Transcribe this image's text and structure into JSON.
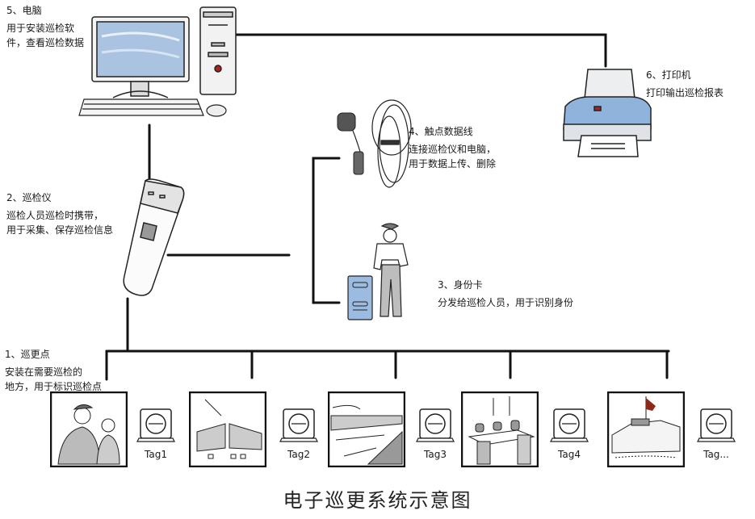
{
  "title": "电子巡更系统示意图",
  "components": {
    "computer": {
      "heading": "5、电脑",
      "desc_lines": [
        "用于安装巡检软",
        "件，查看巡检数据"
      ]
    },
    "printer": {
      "heading": "6、打印机",
      "desc_lines": [
        "打印输出巡检报表"
      ]
    },
    "data_cable": {
      "heading": "4、触点数据线",
      "desc_lines": [
        "连接巡检仪和电脑，",
        "用于数据上传、删除"
      ]
    },
    "patrol_device": {
      "heading": "2、巡检仪",
      "desc_lines": [
        "巡检人员巡检时携带，",
        "用于采集、保存巡检信息"
      ]
    },
    "id_card": {
      "heading": "3、身份卡",
      "desc_lines": [
        "分发给巡检人员，用于识别身份"
      ]
    },
    "checkpoint": {
      "heading": "1、巡更点",
      "desc_lines": [
        "安装在需要巡检的",
        "地方，用于标识巡检点"
      ]
    }
  },
  "tags": [
    {
      "label": "Tag1",
      "scene": "guards"
    },
    {
      "label": "Tag2",
      "scene": "gate"
    },
    {
      "label": "Tag3",
      "scene": "road"
    },
    {
      "label": "Tag4",
      "scene": "office"
    },
    {
      "label": "Tag...",
      "scene": "building"
    }
  ],
  "colors": {
    "line": "#111111",
    "screen": "#a9c3e0",
    "printer_body": "#8fb3da",
    "card": "#9cbbe0",
    "tower_button": "#b02020",
    "flag": "#8b2a1a"
  }
}
